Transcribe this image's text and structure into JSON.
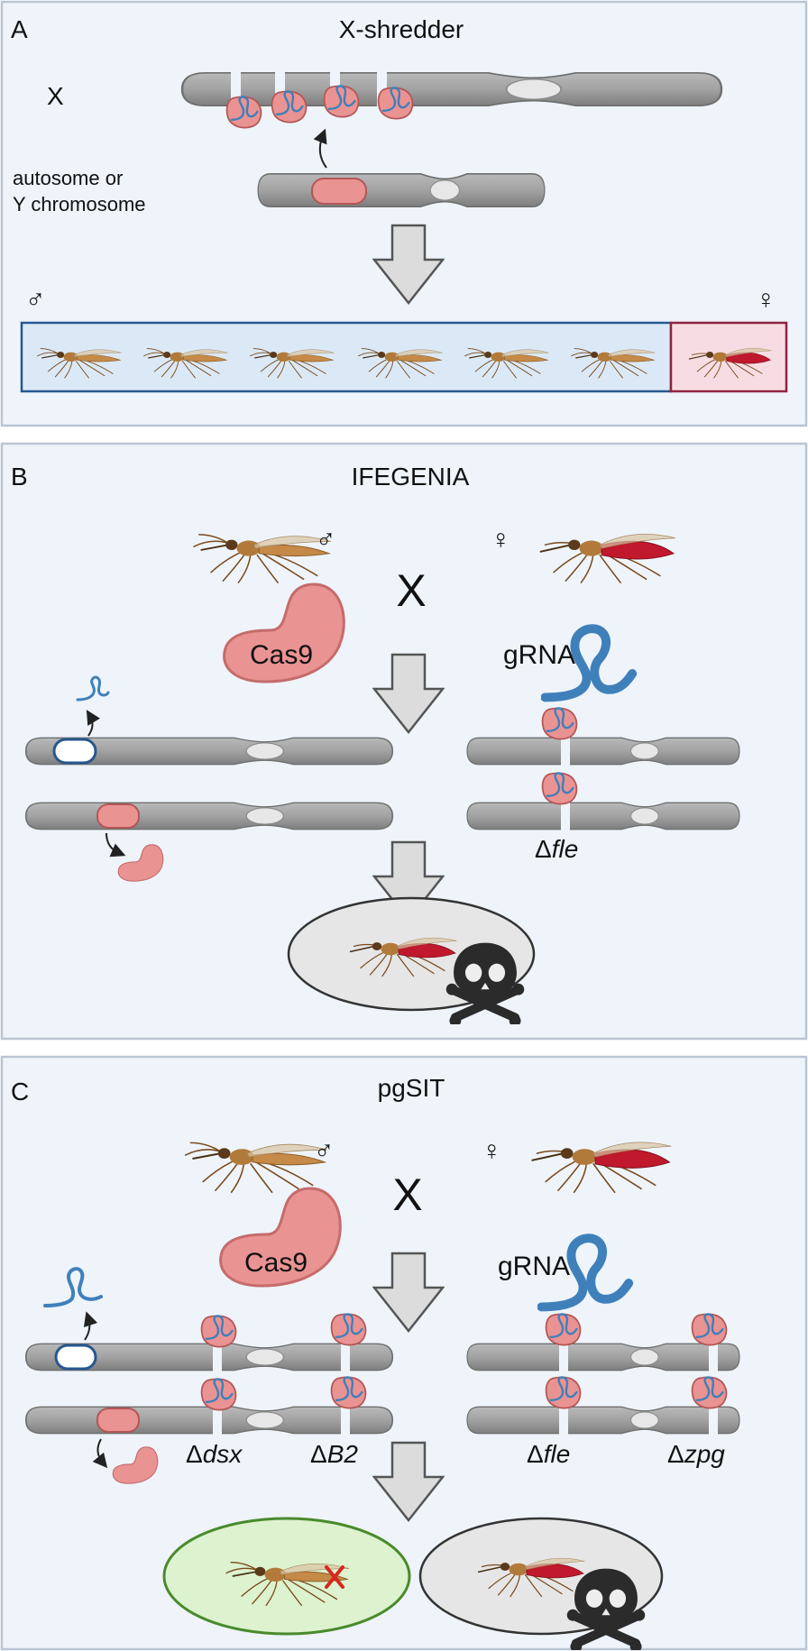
{
  "panels": [
    {
      "letter": "A",
      "title": "X-shredder",
      "x_label": "X",
      "donor_label": "autosome or Y chromosome",
      "donor_label_lines": [
        "autosome or",
        "Y chromosome"
      ],
      "male_symbol": "♂",
      "female_symbol": "♀"
    },
    {
      "letter": "B",
      "title": "IFEGENIA",
      "male_symbol": "♂",
      "female_symbol": "♀",
      "cross": "X",
      "protein": "Cas9",
      "guide": "gRNA",
      "deletion_label": "Δfle",
      "deletion_parts": [
        "Δ",
        "fle"
      ]
    },
    {
      "letter": "C",
      "title": "pgSIT",
      "male_symbol": "♂",
      "female_symbol": "♀",
      "cross": "X",
      "protein": "Cas9",
      "guide": "gRNA",
      "deletions": [
        {
          "text": "Δdsx",
          "delta": "Δ",
          "gene": "dsx"
        },
        {
          "text": "ΔB2",
          "delta": "Δ",
          "gene": "B2"
        },
        {
          "text": "Δfle",
          "delta": "Δ",
          "gene": "fle"
        },
        {
          "text": "Δzpg",
          "delta": "Δ",
          "gene": "zpg"
        }
      ]
    }
  ],
  "colors": {
    "panel_bg": "#eef4fa",
    "panel_border": "#b9c6d4",
    "chromosome": "#9a9a9a",
    "chromosome_dark": "#6f6f6f",
    "protein": "#e98e8e",
    "protein_edge": "#b85a5a",
    "guide": "#3f7fb8",
    "male_box": "#dbe9f7",
    "male_box_border": "#27578e",
    "female_box": "#f7dde3",
    "female_box_border": "#8e2440",
    "sterile_ellipse": "#ddf2cf",
    "sterile_border": "#4a8a2c",
    "dead_ellipse": "#e6e6e6",
    "arrow": "#dedede"
  }
}
